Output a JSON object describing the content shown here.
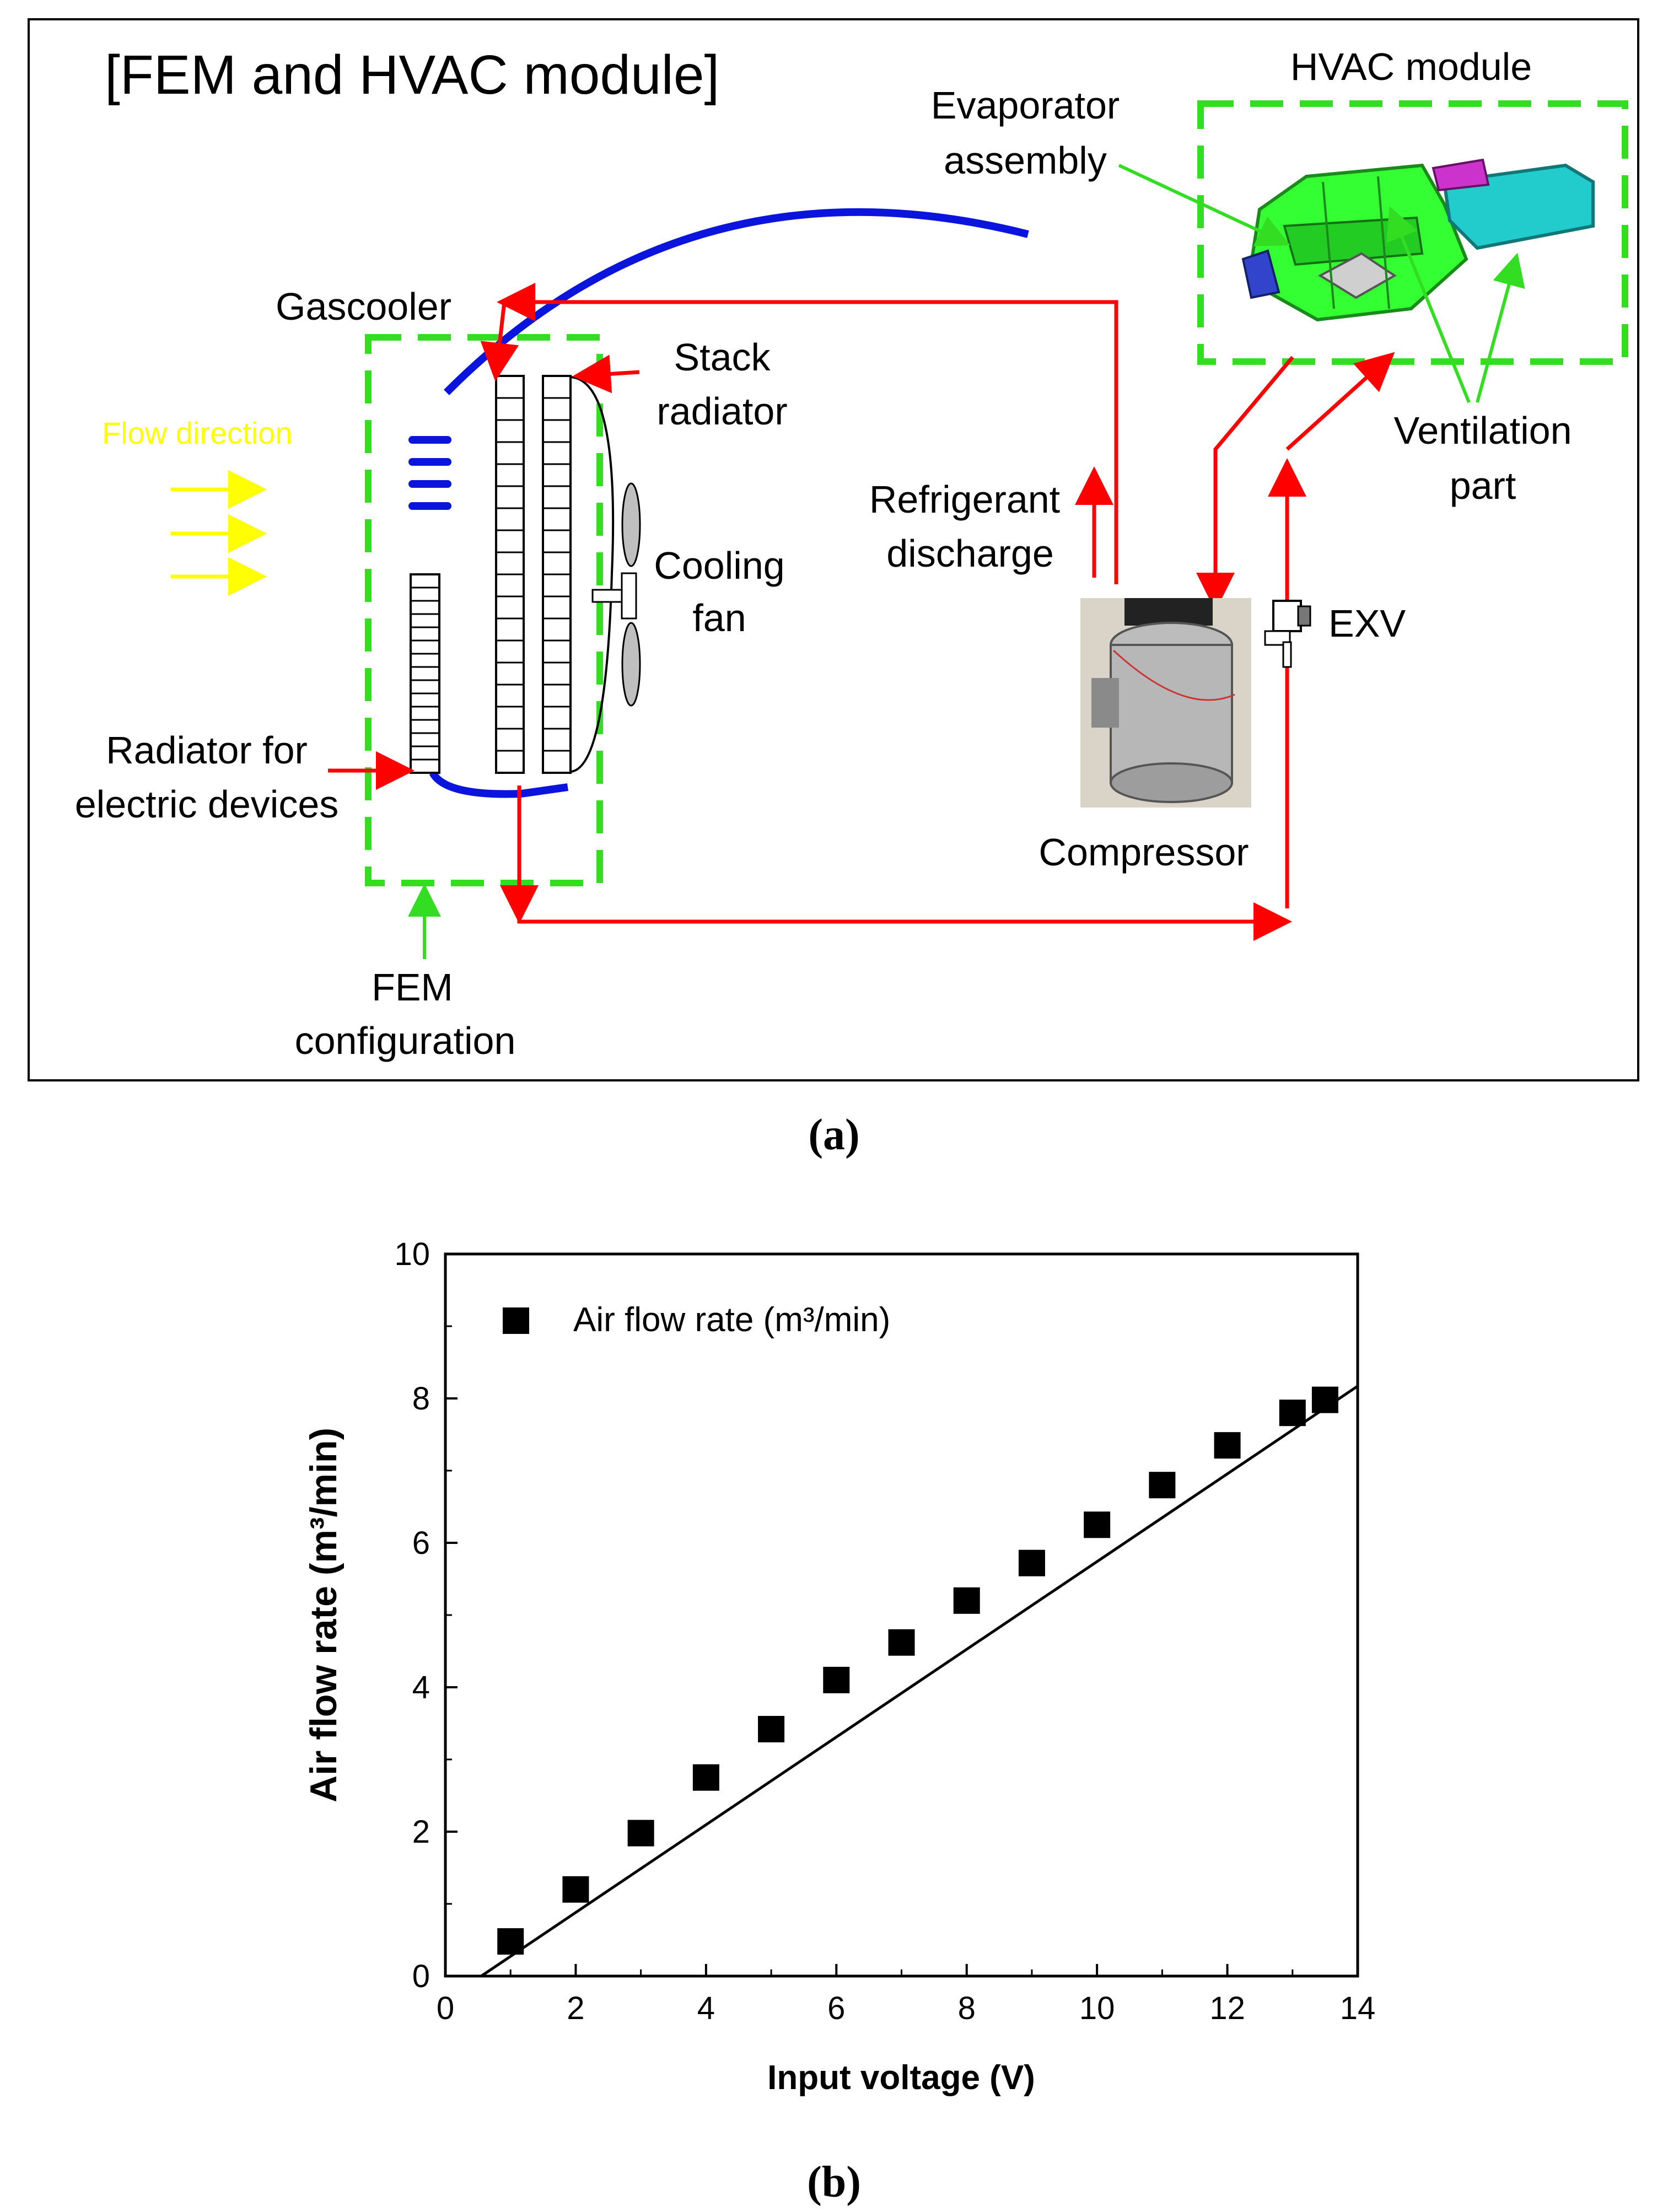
{
  "panel_a": {
    "title": "[FEM and HVAC module]",
    "caption": "(a)",
    "labels": {
      "hvac_module": "HVAC module",
      "evaporator_1": "Evaporator",
      "evaporator_2": "assembly",
      "gascooler": "Gascooler",
      "stack_1": "Stack",
      "stack_2": "radiator",
      "flow_direction": "Flow direction",
      "refrigerant_1": "Refrigerant",
      "refrigerant_2": "discharge",
      "cooling_1": "Cooling",
      "cooling_2": "fan",
      "ventilation_1": "Ventilation",
      "ventilation_2": "part",
      "exv": "EXV",
      "radiator_elec_1": "Radiator for",
      "radiator_elec_2": "electric devices",
      "compressor": "Compressor",
      "fem_1": "FEM",
      "fem_2": "configuration"
    },
    "colors": {
      "refrigerant_line": "#ff0000",
      "boundary": "#33dd22",
      "coolant_line": "#0a14dc",
      "flow_arrow": "#ffff00"
    }
  },
  "panel_b": {
    "caption": "(b)",
    "chart_data": {
      "type": "scatter",
      "xlabel": "Input voltage (V)",
      "ylabel": "Air flow rate (m³/min)",
      "xlim": [
        0,
        14
      ],
      "ylim": [
        0,
        10
      ],
      "xticks": [
        "0",
        "2",
        "4",
        "6",
        "8",
        "10",
        "12",
        "14"
      ],
      "yticks": [
        "0",
        "2",
        "4",
        "6",
        "8",
        "10"
      ],
      "legend_placement": "top-left",
      "series": [
        {
          "name": "Air flow rate (m³/min)",
          "marker": "square",
          "color": "#000000",
          "x": [
            1,
            2,
            3,
            4,
            5,
            6,
            7,
            8,
            9,
            10,
            11,
            12,
            13,
            13.5
          ],
          "y": [
            0.48,
            1.2,
            1.98,
            2.75,
            3.42,
            4.1,
            4.62,
            5.2,
            5.72,
            6.25,
            6.8,
            7.35,
            7.8,
            7.98
          ]
        }
      ],
      "fit_line": {
        "x": [
          0.55,
          14
        ],
        "y": [
          0,
          8.17
        ]
      }
    }
  }
}
